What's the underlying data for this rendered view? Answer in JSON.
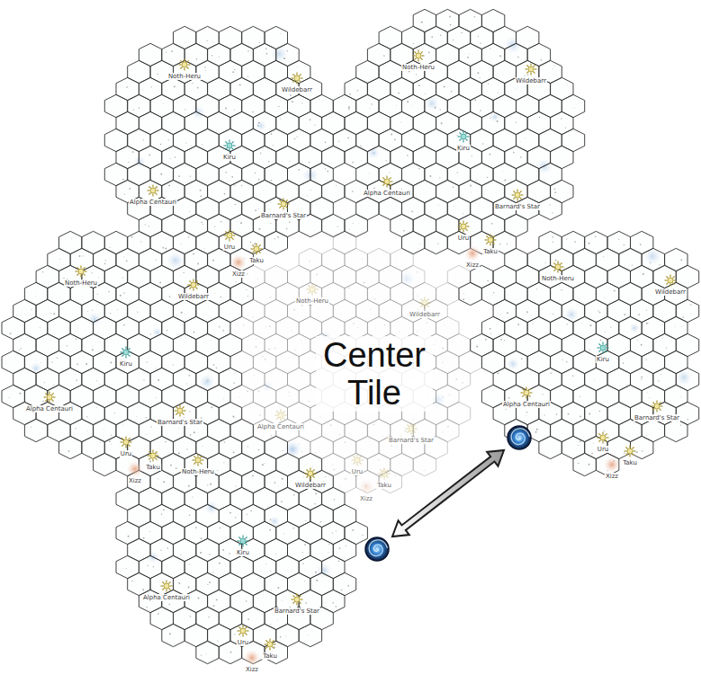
{
  "diagram": {
    "labels": [
      "Noth-Heru",
      "Wildebarr",
      "Kiru",
      "Alpha Centauri",
      "Barnard's Star",
      "Uru",
      "Taku",
      "Xizz",
      "Noth-Heru",
      "Wildebarr",
      "Kiru",
      "Alpha Centauri",
      "Barnard's Star",
      "Uru",
      "Taku",
      "Xizz",
      "Noth-Heru",
      "Wildebarr",
      "Kiru",
      "Alpha Centauri",
      "Barnard's Star",
      "Uru",
      "Taku",
      "Xizz",
      "Noth-Heru",
      "Wildebarr",
      "Alpha Centauri",
      "Barnard's Star",
      "Uru",
      "Taku",
      "Xizz",
      "Center Tile",
      "Noth-Heru",
      "Wildebarr",
      "Kiru",
      "Alpha Centauri",
      "Barnard's Star",
      "Uru",
      "Taku",
      "Xizz",
      "Noth-Heru",
      "Wildebarr",
      "Kiru",
      "Alpha Centauri",
      "Barnard's Star",
      "Uru",
      "Taku",
      "Xizz"
    ]
  }
}
